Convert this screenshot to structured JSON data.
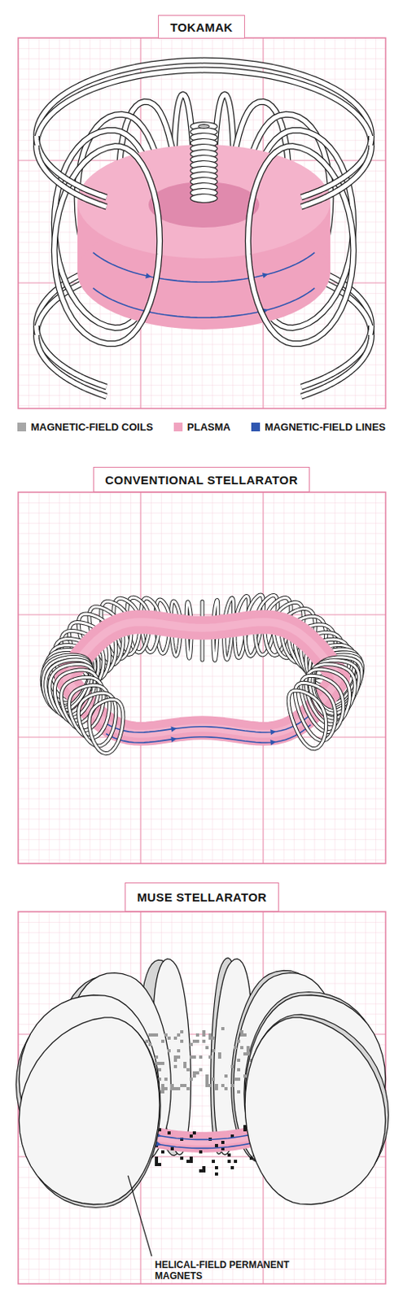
{
  "diagram": {
    "nodes": [
      {
        "text": [
          "TOKAMAK"
        ]
      },
      {
        "text": [
          "CONVENTIONAL STELLARATOR"
        ]
      },
      {
        "text": [
          "MUSE STELLARATOR"
        ]
      }
    ],
    "labels": [
      "HELICAL-FIELD PERMANENT MAGNETS"
    ],
    "legend": [
      {
        "text": "MAGNETIC-FIELD COILS",
        "color": "#a6a6a6"
      },
      {
        "text": "PLASMA",
        "color": "#f0a3bf"
      },
      {
        "text": "MAGNETIC-FIELD LINES",
        "color": "#2f56b0"
      }
    ]
  }
}
